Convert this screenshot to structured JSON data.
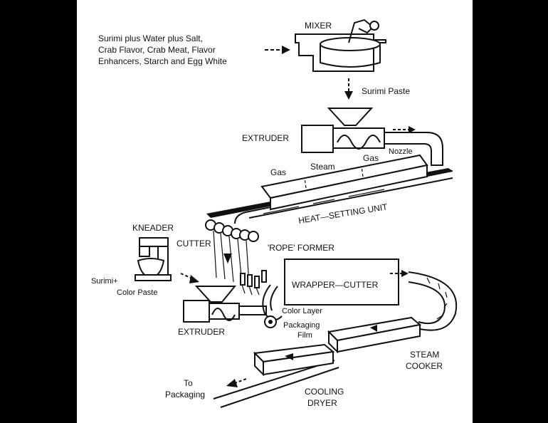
{
  "colors": {
    "background": "#000000",
    "paper": "#ffffff",
    "ink": "#111111"
  },
  "ingredients": {
    "line1": "Surimi plus Water plus Salt,",
    "line2": "Crab Flavor, Crab Meat, Flavor",
    "line3": "Enhancers, Starch and Egg White"
  },
  "labels": {
    "mixer": "MIXER",
    "surimi_paste": "Surimi Paste",
    "extruder_top": "EXTRUDER",
    "gas_left": "Gas",
    "steam": "Steam",
    "gas_right": "Gas",
    "nozzle": "Nozzle",
    "heat_setting_unit": "HEAT—SETTING UNIT",
    "kneader": "KNEADER",
    "cutter": "CUTTER",
    "rope_former": "'ROPE' FORMER",
    "surimi_plus": "Surimi+",
    "color_paste": "Color Paste",
    "wrapper_cutter": "WRAPPER—CUTTER",
    "color_layer": "Color Layer",
    "packaging": "Packaging",
    "film": "Film",
    "extruder_bottom": "EXTRUDER",
    "steam_line1": "STEAM",
    "steam_line2": "COOKER",
    "to": "To",
    "to_packaging": "Packaging",
    "cooling_line1": "COOLING",
    "cooling_line2": "DRYER"
  }
}
